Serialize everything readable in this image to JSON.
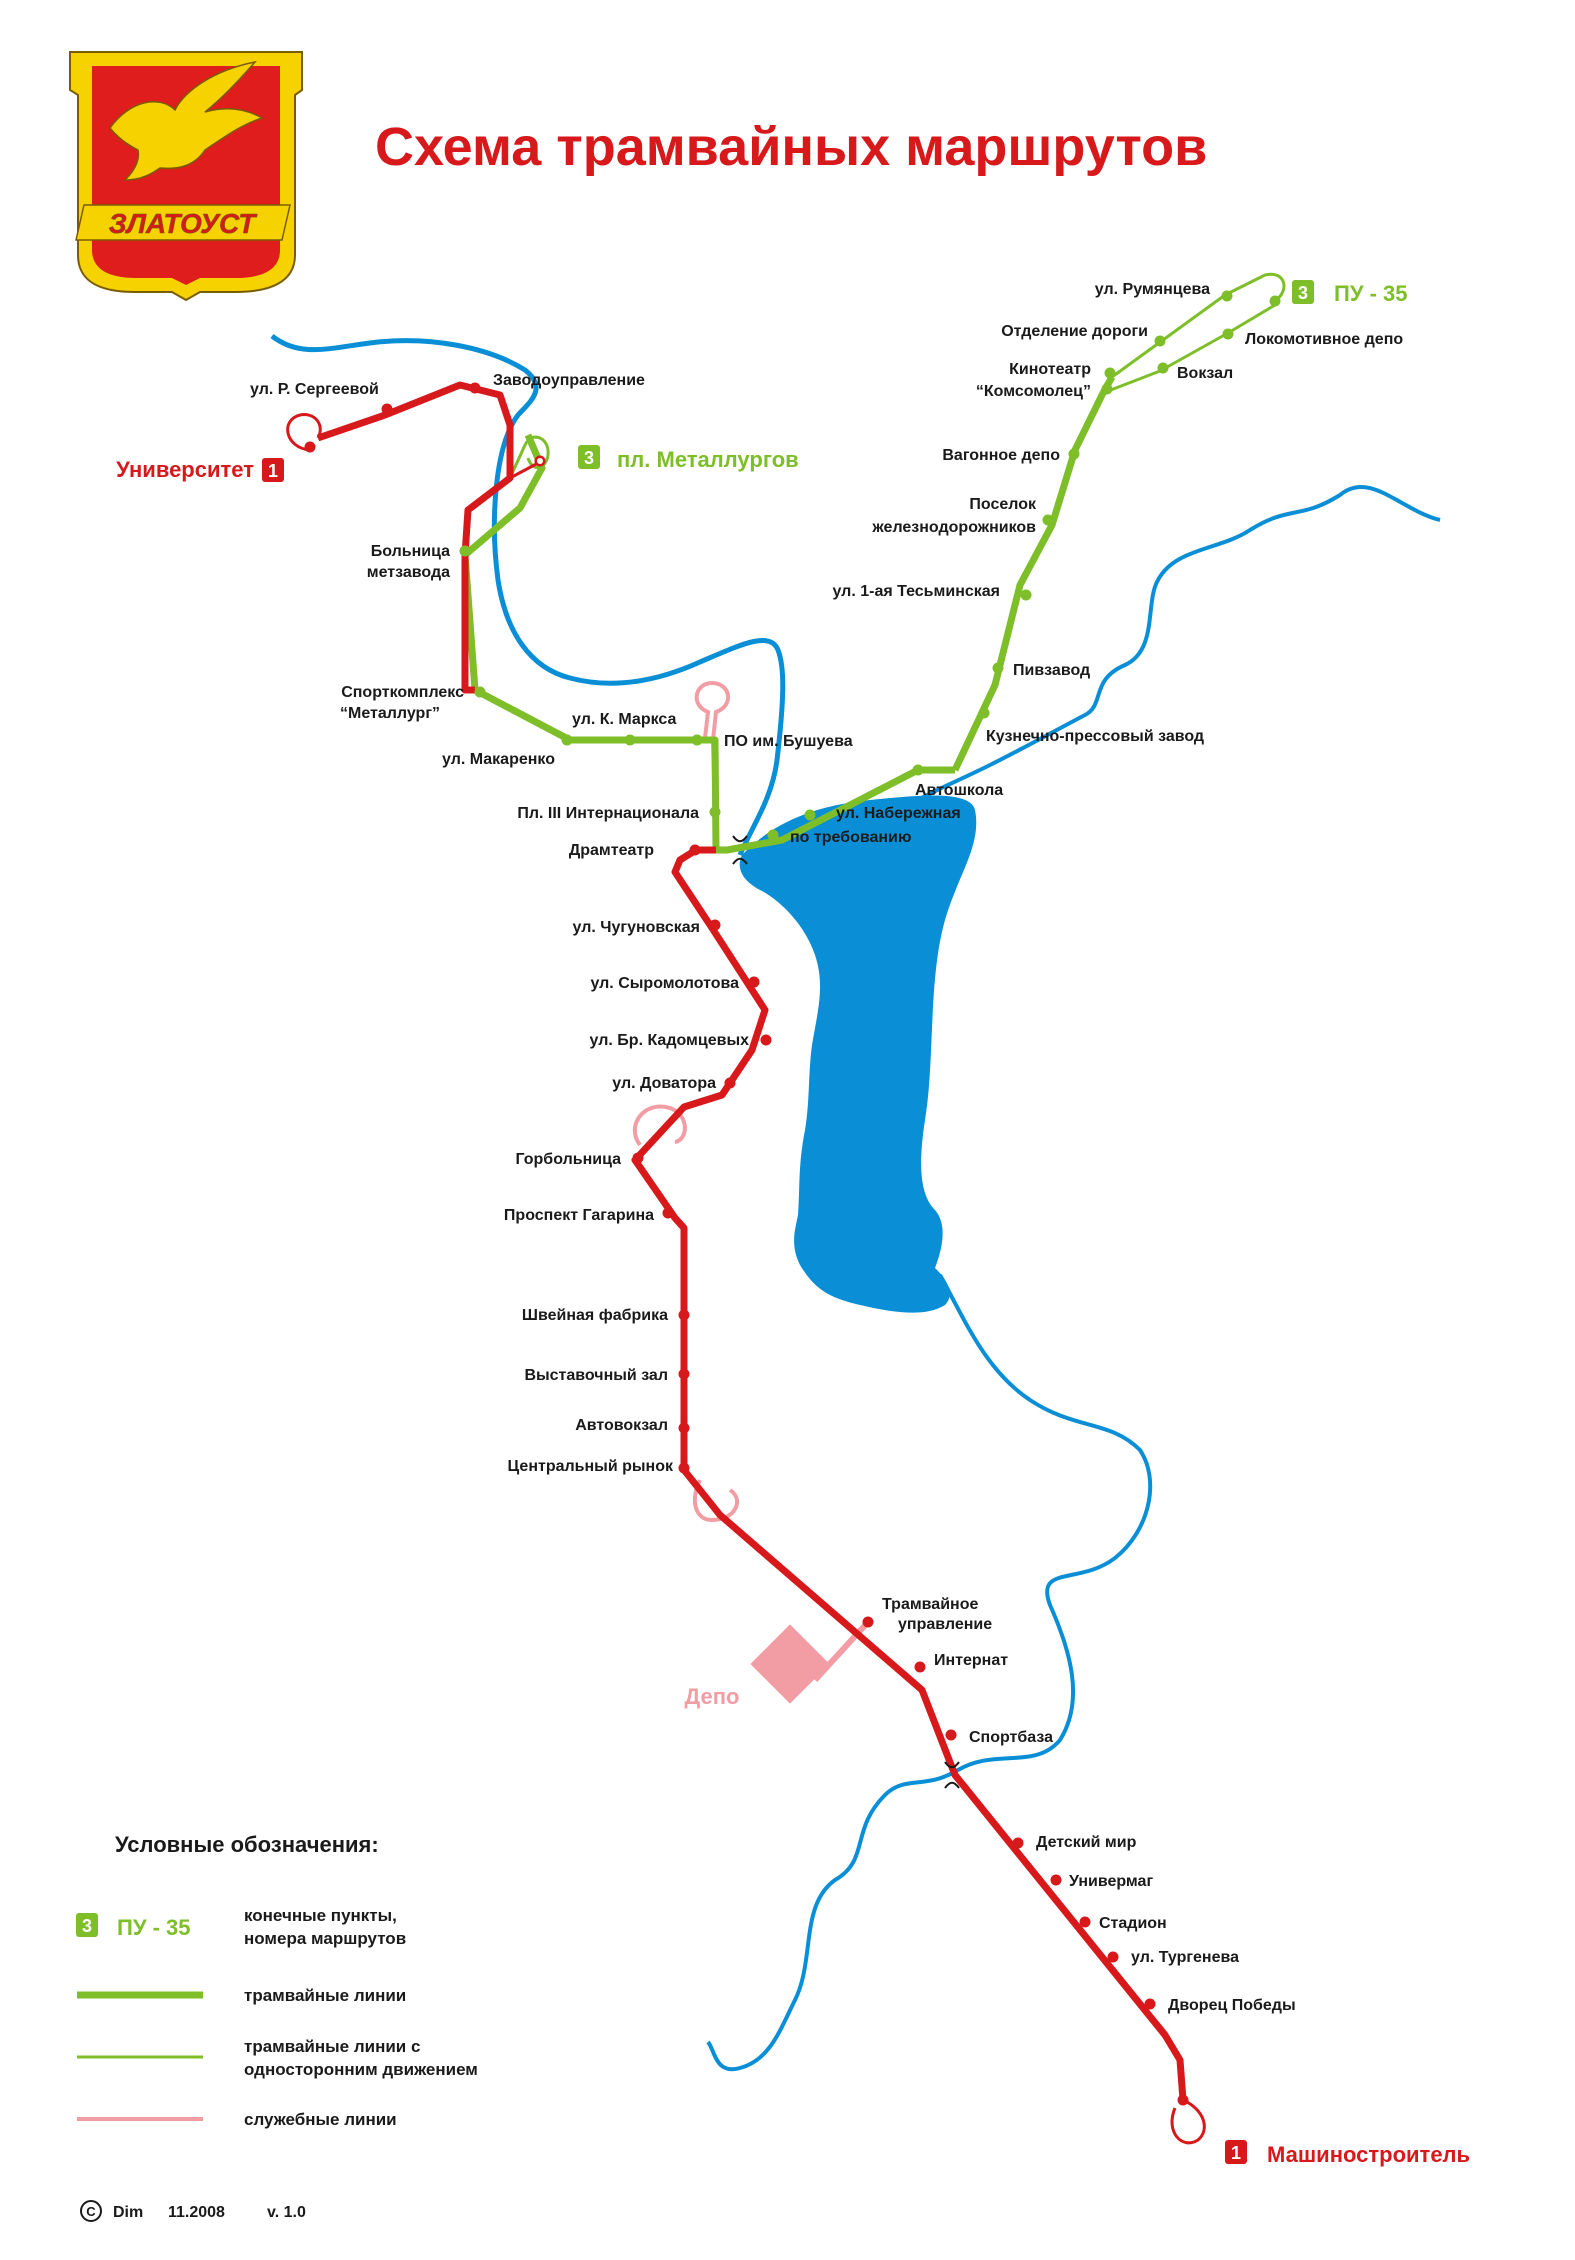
{
  "title": "Схема трамвайных маршрутов",
  "emblem": {
    "name": "coat-of-arms",
    "text": "ЗЛАТОУСТ"
  },
  "colors": {
    "route1": "#d7191c",
    "route3": "#7dbe29",
    "service": "#f29ca4",
    "water": "#0a8fd6"
  },
  "terminals": {
    "university": {
      "name": "Университет",
      "route": "1"
    },
    "metallurgov": {
      "name": "пл. Металлургов",
      "route": "3"
    },
    "pu35": {
      "name": "ПУ - 35",
      "route": "3"
    },
    "mashinostroitel": {
      "name": "Машиностроитель",
      "route": "1"
    }
  },
  "depot": "Депо",
  "stations": {
    "sergeevoy": "ул. Р. Сергеевой",
    "zavodoupravlenie": "Заводоуправление",
    "bolnitsa_1": "Больница",
    "bolnitsa_2": "метзавода",
    "sportkompleks_1": "Спорткомплекс",
    "sportkompleks_2": "“Металлург”",
    "makarenko": "ул. Макаренко",
    "marksa": "ул. К. Маркса",
    "bushueva": "ПО им. Бушуева",
    "internatsionala": "Пл. III Интернационала",
    "dramteatr": "Драмтеатр",
    "po_trebovaniyu": "по требованию",
    "naberezhnaya": "ул. Набережная",
    "avtoshkola": "Автошкола",
    "kuznechno": "Кузнечно-прессовый завод",
    "pivzavod": "Пивзавод",
    "tesminskaya": "ул. 1-ая Тесьминская",
    "poselok_1": "Поселок",
    "poselok_2": "железнодорожников",
    "vagonnoe": "Вагонное депо",
    "kinoteatr_1": "Кинотеатр",
    "kinoteatr_2": "“Комсомолец”",
    "otdelenie": "Отделение дороги",
    "rumyantseva": "ул. Румянцева",
    "lokomotivnoe": "Локомотивное депо",
    "vokzal": "Вокзал",
    "chugunovskaya": "ул. Чугуновская",
    "syromolotova": "ул. Сыромолотова",
    "kadomtsevykh": "ул. Бр. Кадомцевых",
    "dovatora": "ул. Доватора",
    "gorbolnitsa": "Горбольница",
    "gagarina": "Проспект Гагарина",
    "shveynaya": "Швейная фабрика",
    "vystavochny": "Выставочный зал",
    "avtovokzal": "Автовокзал",
    "tsentralny": "Центральный рынок",
    "tramvaynoe_1": "Трамвайное",
    "tramvaynoe_2": "управление",
    "internat": "Интернат",
    "sportbaza": "Спортбаза",
    "detsky": "Детский мир",
    "univermag": "Универмаг",
    "stadion": "Стадион",
    "turgeneva": "ул. Тургенева",
    "dvorets": "Дворец Победы"
  },
  "legend": {
    "title": "Условные обозначения:",
    "sample_route": "3",
    "sample_name": "ПУ - 35",
    "terminals_1": "конечные пункты,",
    "terminals_2": "номера маршрутов",
    "lines": "трамвайные линии",
    "oneway_1": "трамвайные линии с",
    "oneway_2": "односторонним движением",
    "service": "служебные линии"
  },
  "copyright": {
    "author": "Dim",
    "date": "11.2008",
    "version": "v. 1.0"
  }
}
